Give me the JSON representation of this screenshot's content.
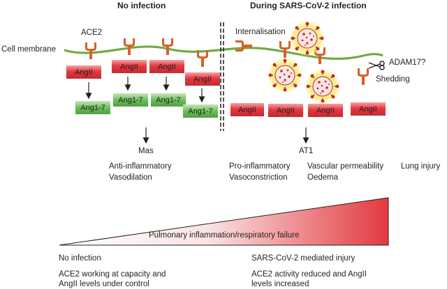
{
  "titles": {
    "left": "No infection",
    "right": "During SARS-CoV-2 infection"
  },
  "labels": {
    "membrane": "Cell membrane",
    "ace2": "ACE2",
    "internalisation": "Internalisation",
    "adam17": "ADAM17?",
    "shedding": "Shedding",
    "angii": "AngII",
    "ang17": "Ang1-7",
    "mas": "Mas",
    "at1": "AT1"
  },
  "effects": {
    "left_line1": "Anti-inflammatory",
    "left_line2": "Vasodilation",
    "right_col1_line1": "Pro-inflammatory",
    "right_col1_line2": "Vasoconstriction",
    "right_col2_line1": "Vascular permeability",
    "right_col2_line2": "Oedema",
    "right_col3_line1": "Lung injury"
  },
  "gradient_bar": {
    "label": "Pulmonary inflammation/respiratory failure"
  },
  "footer": {
    "left_title": "No infection",
    "left_line1": "ACE2 working at capacity and",
    "left_line2": "AngII levels under control",
    "right_title": "SARS-CoV-2 mediated injury",
    "right_line1": "ACE2 activity reduced and AngII",
    "right_line2": "levels increased"
  },
  "colors": {
    "membrane": "#6fab45",
    "receptor": "#d6612a",
    "angii_box": "#e03a3e",
    "ang17_box": "#6cbf5a",
    "virus": "#c8272d",
    "virus_glow": "#f3ef8a",
    "gradient_end": "#e2393f"
  }
}
